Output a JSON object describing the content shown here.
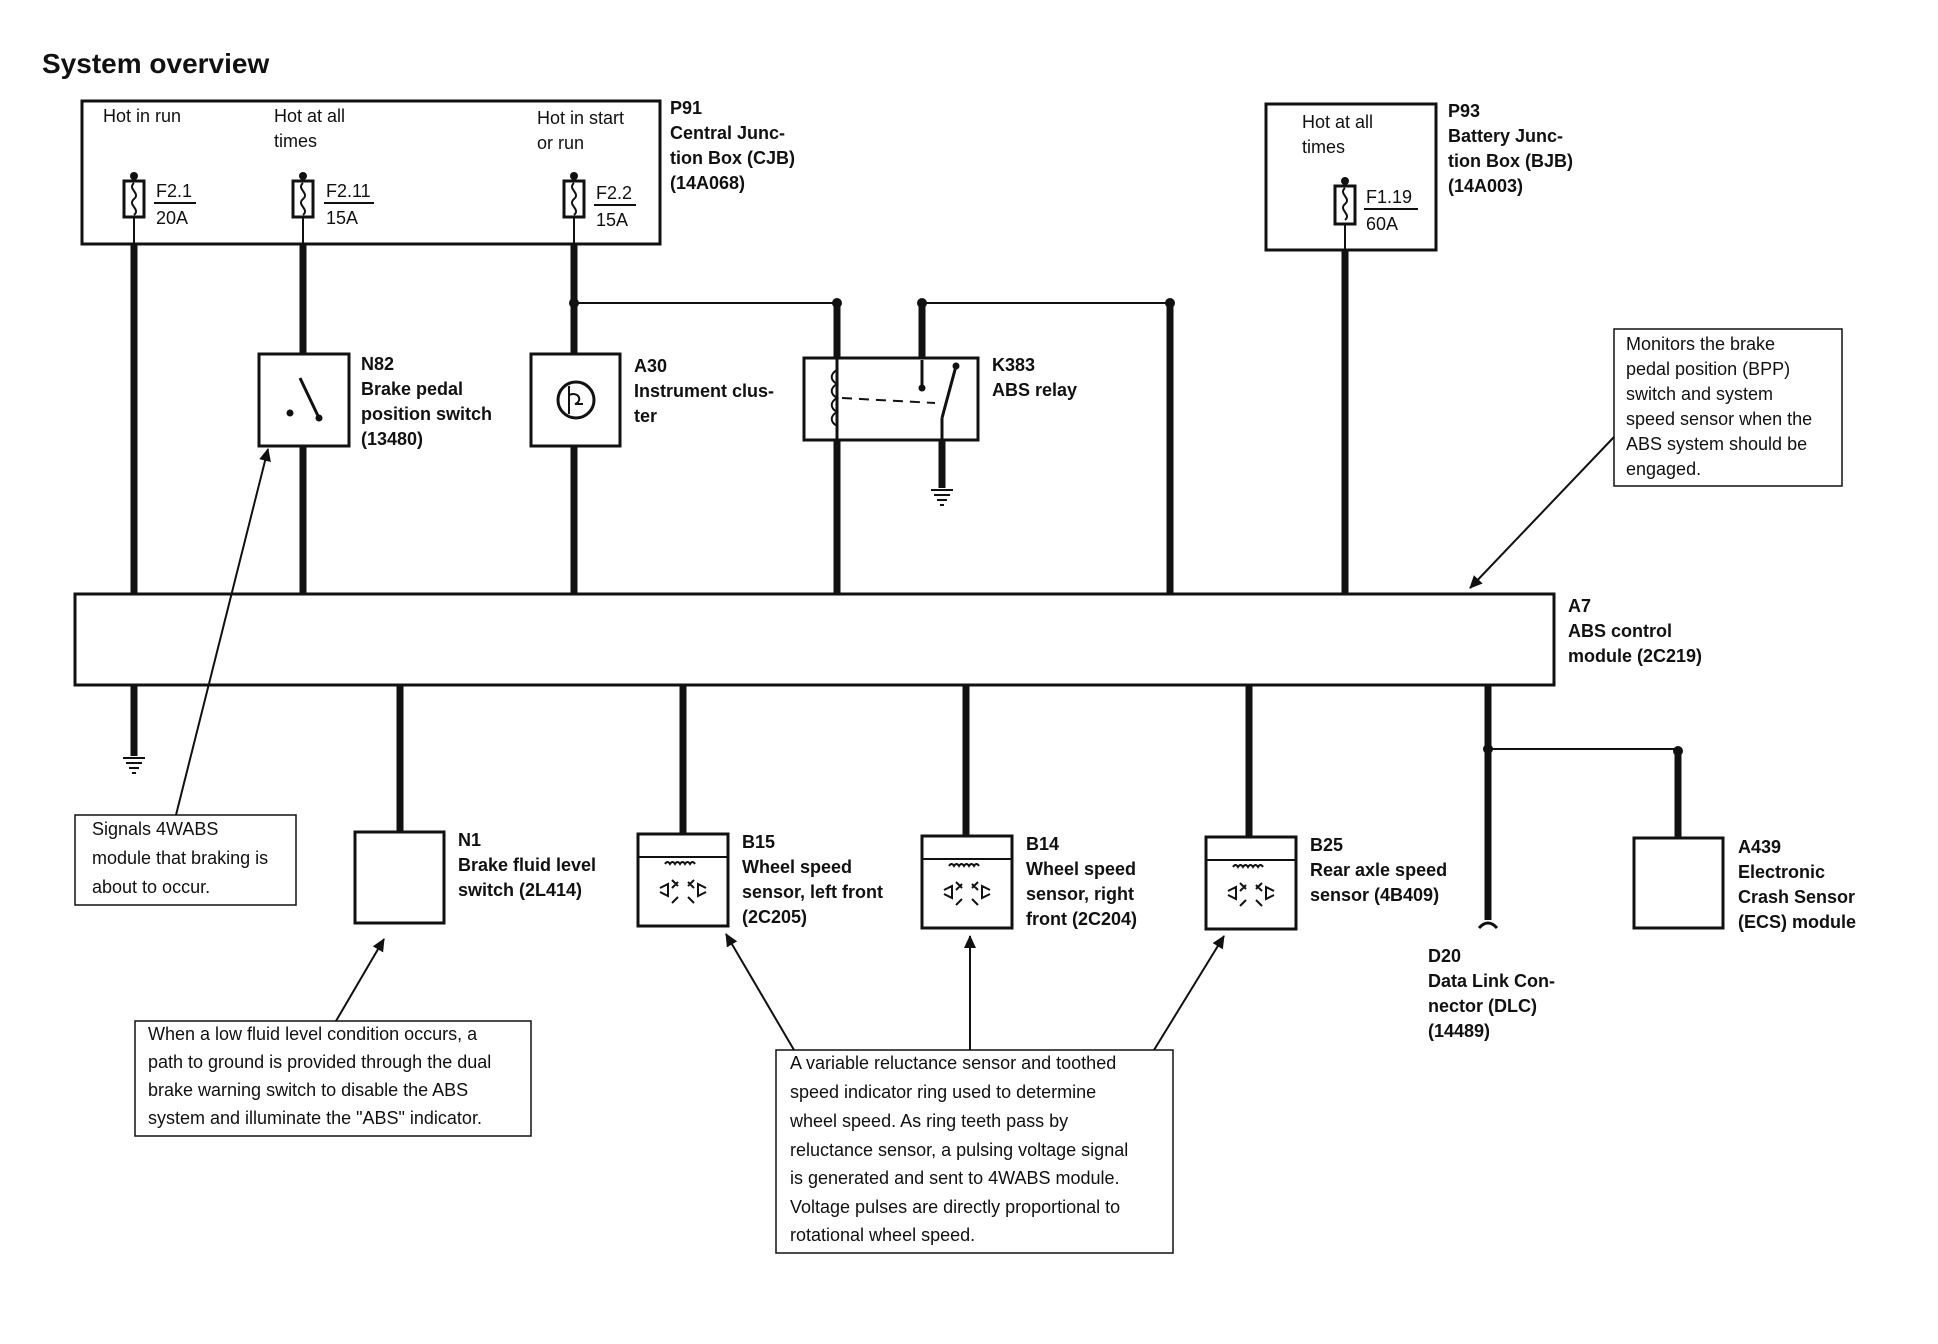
{
  "title": "System overview",
  "cjb": {
    "id": "P91",
    "name": [
      "Central Junc-",
      "tion Box (CJB)",
      "(14A068)"
    ],
    "col1": [
      "Hot in run"
    ],
    "col2": [
      "Hot at all",
      "times"
    ],
    "col3": [
      "Hot in start",
      "or run"
    ],
    "fuses": [
      {
        "name": "F2.1",
        "rating": "20A"
      },
      {
        "name": "F2.11",
        "rating": "15A"
      },
      {
        "name": "F2.2",
        "rating": "15A"
      }
    ]
  },
  "bjb": {
    "id": "P93",
    "name": [
      "Battery Junc-",
      "tion Box (BJB)",
      "(14A003)"
    ],
    "col": [
      "Hot at all",
      "times"
    ],
    "fuse": {
      "name": "F1.19",
      "rating": "60A"
    }
  },
  "n82": {
    "id": "N82",
    "name": [
      "Brake pedal",
      "position switch",
      "(13480)"
    ]
  },
  "a30": {
    "id": "A30",
    "name": [
      "Instrument clus-",
      "ter"
    ]
  },
  "k383": {
    "id": "K383",
    "name": [
      "ABS relay"
    ]
  },
  "a7": {
    "id": "A7",
    "name": [
      "ABS control",
      "module (2C219)"
    ]
  },
  "n1": {
    "id": "N1",
    "name": [
      "Brake fluid level",
      "switch (2L414)"
    ]
  },
  "b15": {
    "id": "B15",
    "name": [
      "Wheel speed",
      "sensor, left front",
      "(2C205)"
    ]
  },
  "b14": {
    "id": "B14",
    "name": [
      "Wheel speed",
      "sensor, right",
      "front (2C204)"
    ]
  },
  "b25": {
    "id": "B25",
    "name": [
      "Rear axle speed",
      "sensor (4B409)"
    ]
  },
  "d20": {
    "id": "D20",
    "name": [
      "Data Link Con-",
      "nector (DLC)",
      "(14489)"
    ]
  },
  "a439": {
    "id": "A439",
    "name": [
      "Electronic",
      "Crash Sensor",
      "(ECS) module"
    ]
  },
  "notes": {
    "bpp": [
      "Monitors the brake",
      "pedal position (BPP)",
      "switch and system",
      "speed sensor when the",
      "ABS system should be",
      "engaged."
    ],
    "signals": [
      "Signals 4WABS",
      "module that braking is",
      "about to occur."
    ],
    "fluid": [
      "When a low fluid level condition occurs, a",
      "path to ground is provided through the dual",
      "brake warning switch to disable the ABS",
      "system and illuminate the \"ABS\" indicator."
    ],
    "sensor": [
      "A variable reluctance sensor and toothed",
      "speed indicator ring used to determine",
      "wheel speed. As ring teeth pass by",
      "reluctance sensor, a pulsing voltage signal",
      "is generated and sent to 4WABS module.",
      "Voltage pulses are directly proportional to",
      "rotational wheel speed."
    ]
  }
}
